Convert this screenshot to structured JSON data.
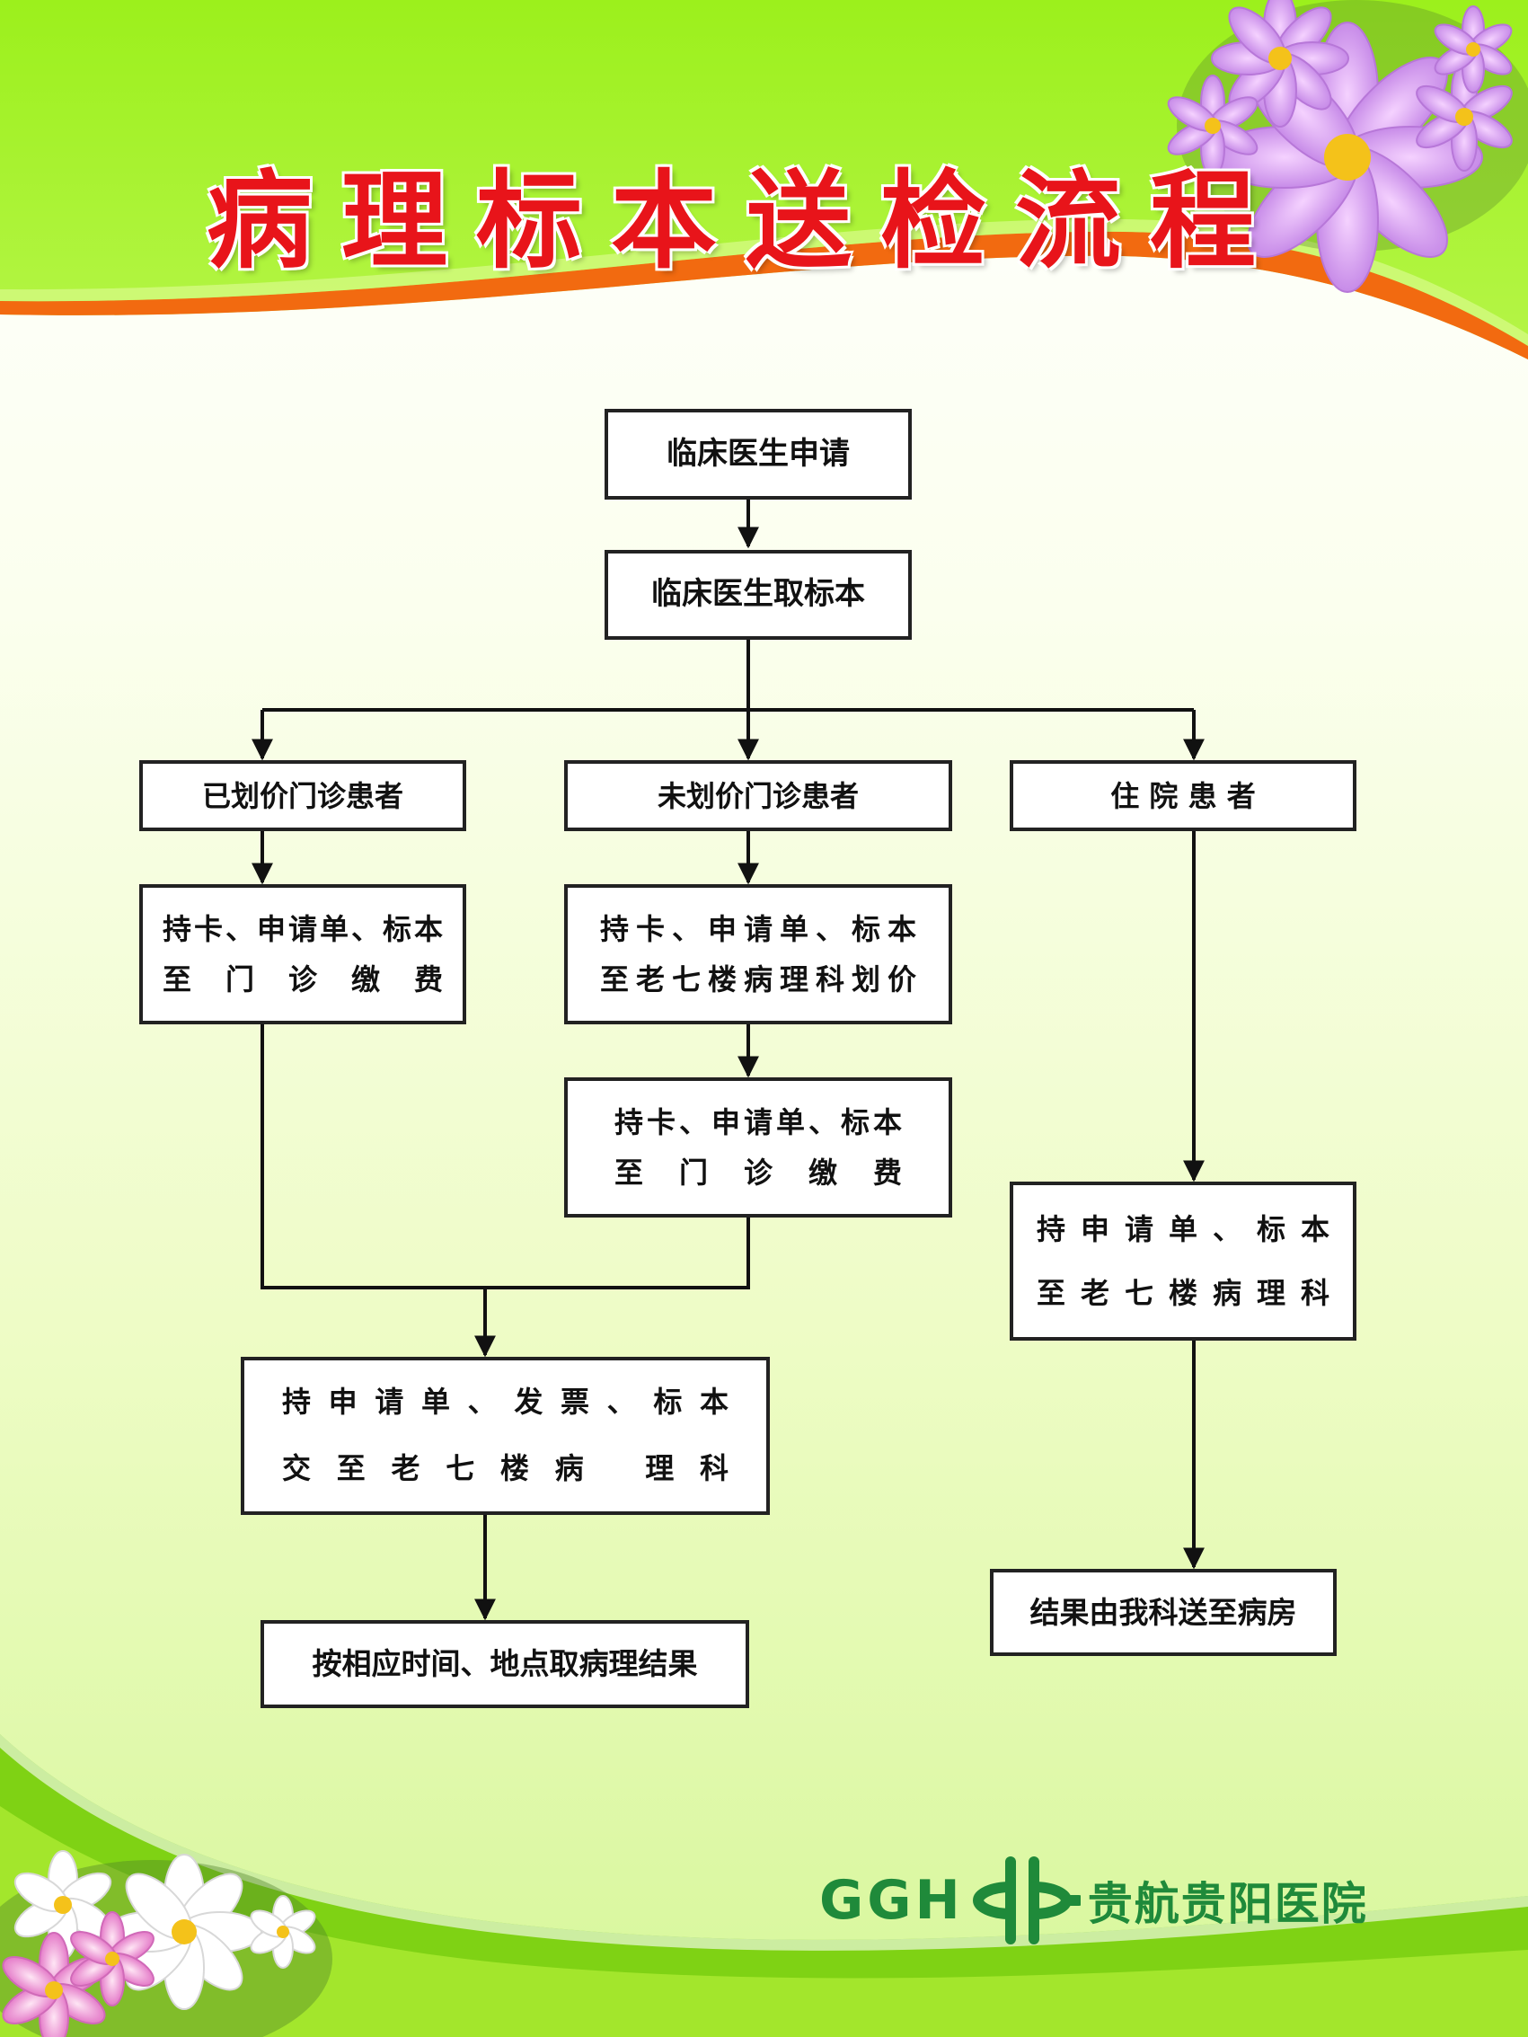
{
  "title": "病理标本送检流程",
  "colors": {
    "title": "#e8141a",
    "header_green": "#99ee22",
    "swoosh_orange": "#f26a10",
    "logo_green": "#1f8a3a",
    "box_border": "#222222"
  },
  "nodes": {
    "apply": {
      "lines": [
        "临床医生申请"
      ]
    },
    "take_specimen": {
      "lines": [
        "临床医生取标本"
      ]
    },
    "priced_outpatient": {
      "lines": [
        "已划价门诊患者"
      ]
    },
    "unpriced_outpatient": {
      "lines": [
        "未划价门诊患者"
      ]
    },
    "inpatient": {
      "lines": [
        "住 院 患 者"
      ]
    },
    "priced_pay": {
      "lines": [
        "持卡、申请单、标本",
        "至 门 诊 缴 费"
      ]
    },
    "unpriced_price": {
      "lines": [
        "持卡、申请单、标本",
        "至老七楼病理科划价"
      ]
    },
    "unpriced_pay": {
      "lines": [
        "持卡、申请单、标本",
        "至 门 诊 缴 费"
      ]
    },
    "inpatient_submit": {
      "lines": [
        "持申请单、标本",
        "至老七楼病理科"
      ]
    },
    "submit_invoice": {
      "lines": [
        "持申请单、发票、标本",
        "交至老七楼病 理科"
      ]
    },
    "get_result": {
      "lines": [
        "按相应时间、地点取病理结果"
      ]
    },
    "ward_result": {
      "lines": [
        "结果由我科送至病房"
      ]
    }
  },
  "logo": {
    "abbr": "GGH",
    "name": "贵航贵阳医院",
    "icon": "cross-logo-icon"
  }
}
